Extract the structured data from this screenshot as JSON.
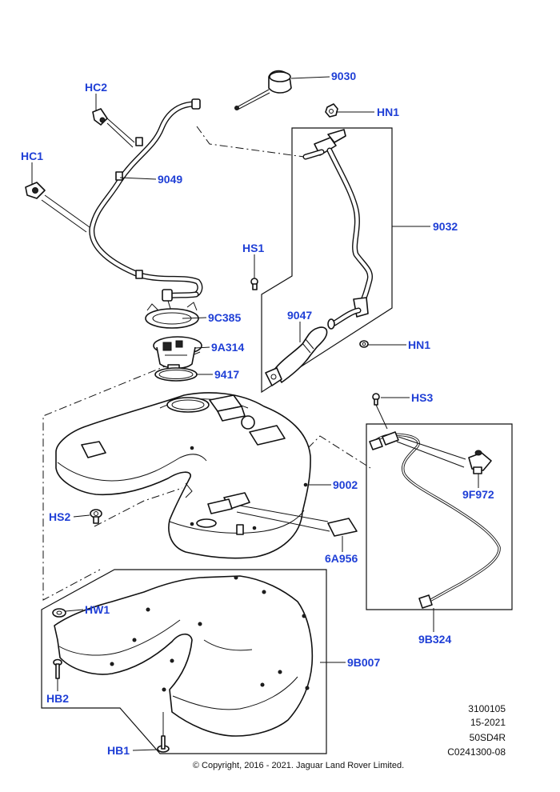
{
  "callouts": {
    "c9030": "9030",
    "cHN1a": "HN1",
    "cHC2": "HC2",
    "cHC1": "HC1",
    "c9049": "9049",
    "c9032": "9032",
    "cHS1": "HS1",
    "c9C385": "9C385",
    "c9047": "9047",
    "cHN1b": "HN1",
    "c9A314": "9A314",
    "c9417": "9417",
    "cHS3": "HS3",
    "c9002": "9002",
    "c9F972": "9F972",
    "cHS2": "HS2",
    "c6A956": "6A956",
    "cHW1": "HW1",
    "c9B324": "9B324",
    "c9B007": "9B007",
    "cHB2": "HB2",
    "cHB1": "HB1"
  },
  "reference": {
    "line1": "3100105",
    "line2": "15-2021",
    "line3": "50SD4R",
    "line4": "C0241300-08"
  },
  "copyright": "© Copyright, 2016 - 2021. Jaguar Land Rover Limited."
}
